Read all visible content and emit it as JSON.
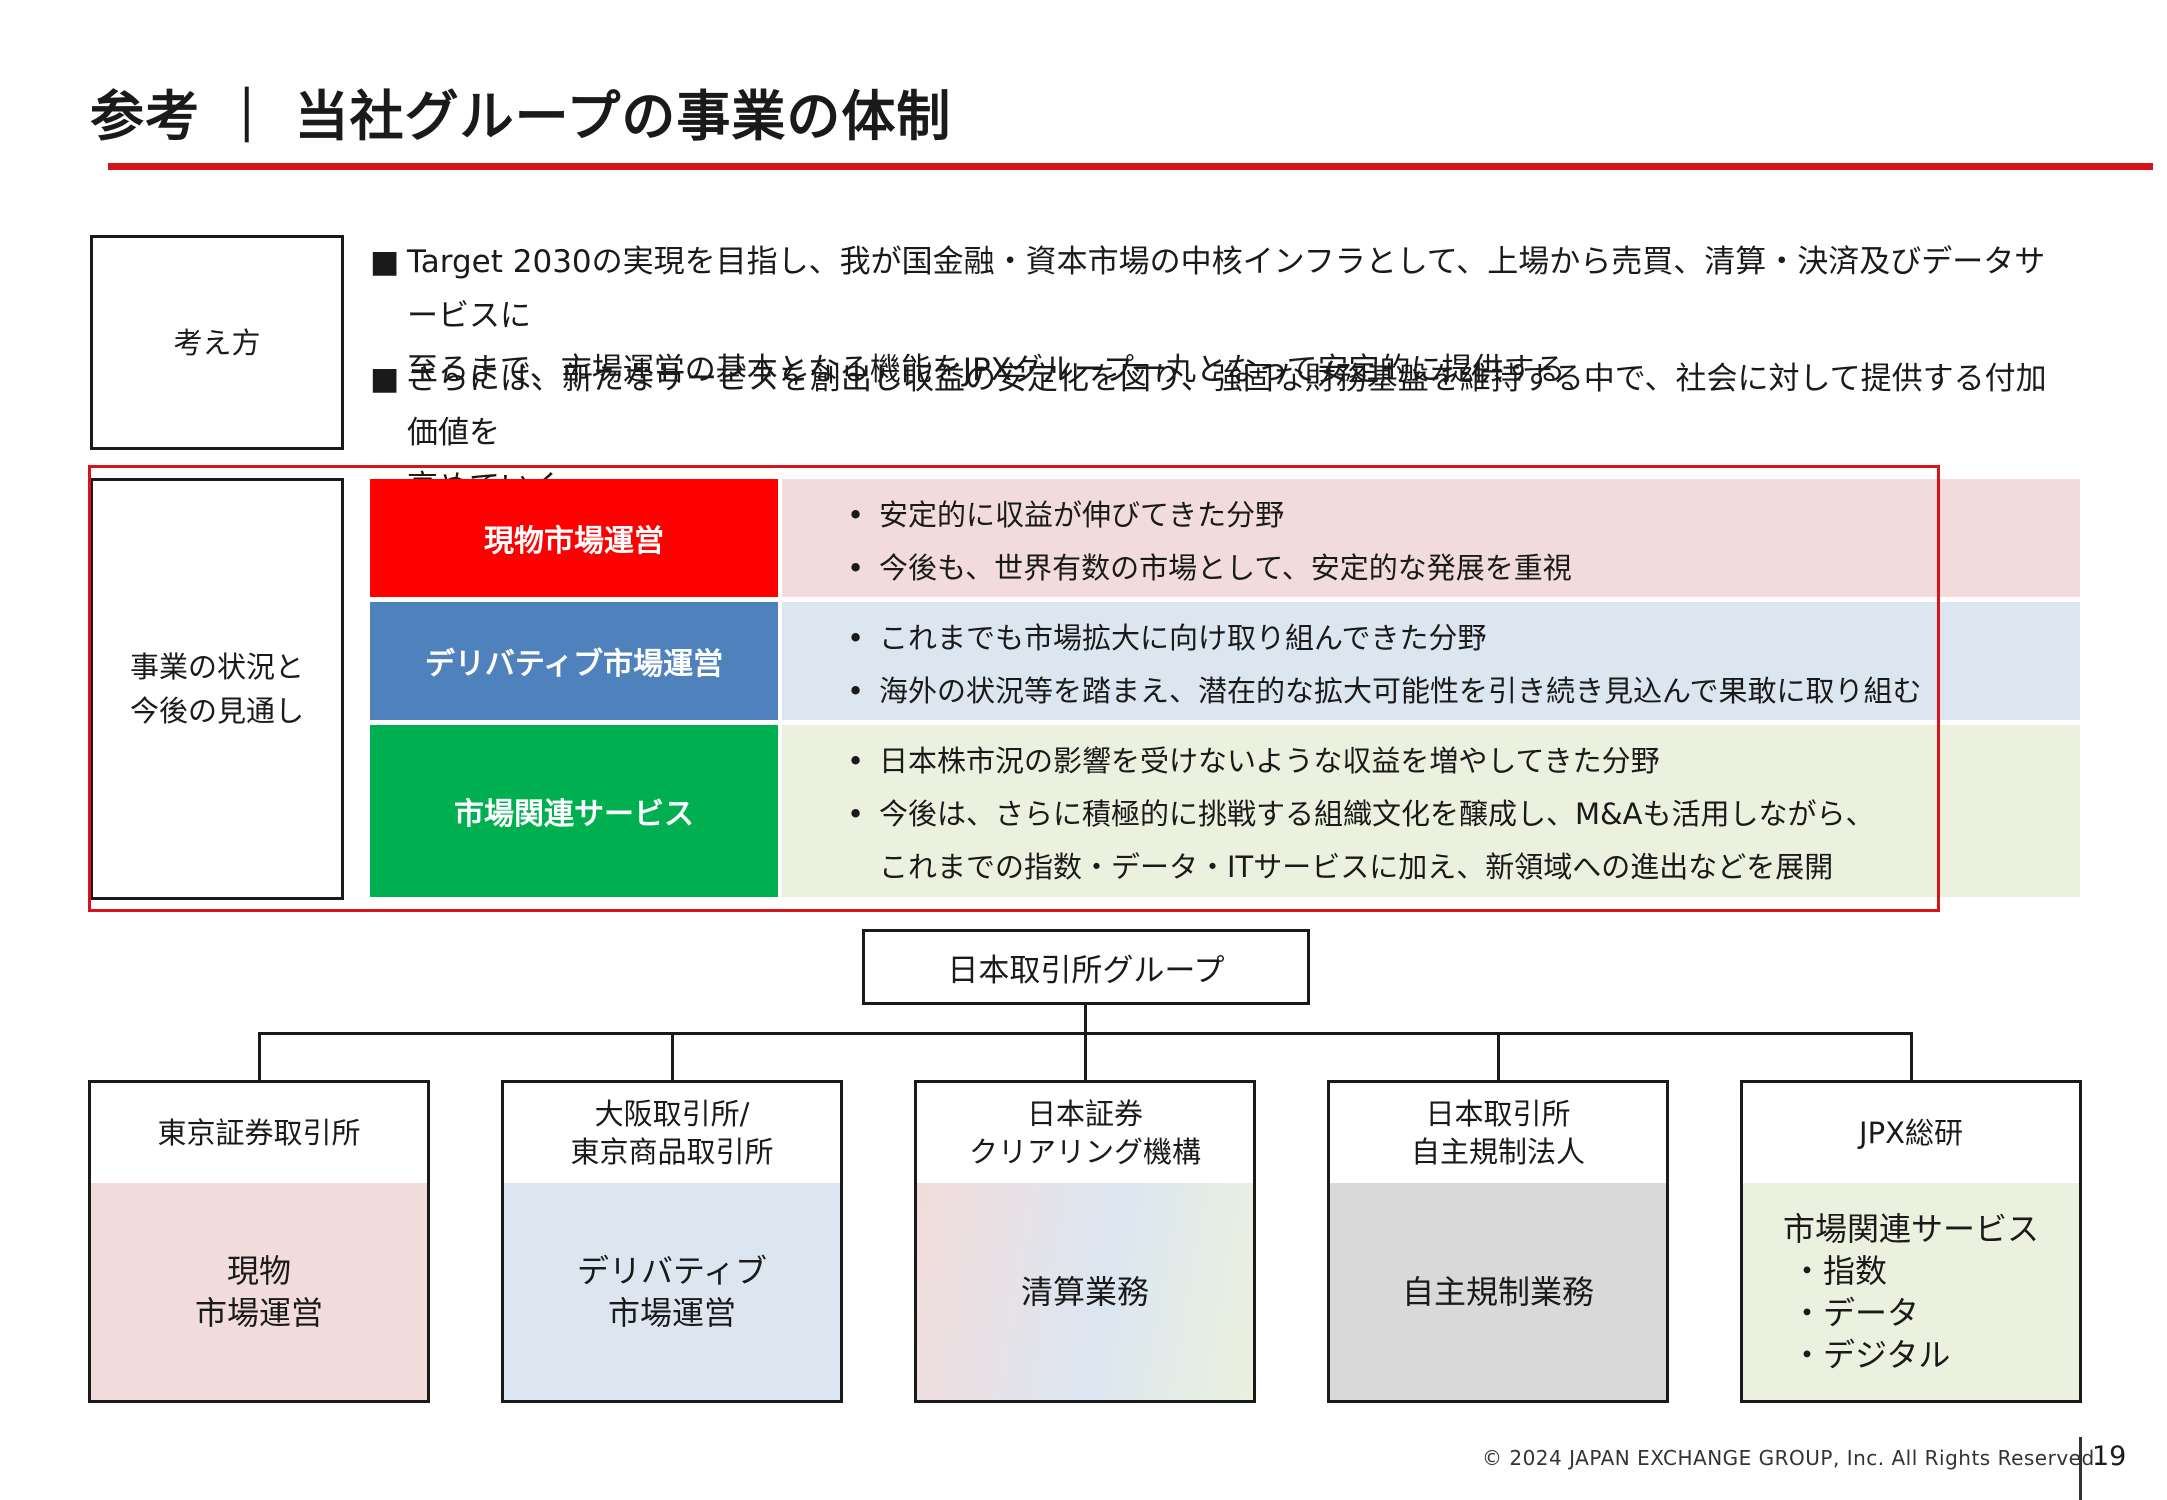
{
  "title": "参考 ｜ 当社グループの事業の体制",
  "approach": {
    "label": "考え方",
    "bullet_mark": "■",
    "bullets": [
      {
        "line1": "Target 2030の実現を目指し、我が国金融・資本市場の中核インフラとして、上場から売買、清算・決済及びデータサービスに",
        "line2": "至るまで、市場運営の基本となる機能をJPXグループ一丸となって安定的に提供する"
      },
      {
        "line1": "さらには、新たなサービスを創出し収益の安定化を図り、強固な財務基盤を維持する中で、社会に対して提供する付加価値を",
        "line2": "高めていく"
      }
    ]
  },
  "business": {
    "label_line1": "事業の状況と",
    "label_line2": "今後の見通し",
    "segments": [
      {
        "name": "現物市場運営",
        "points": [
          "安定的に収益が伸びてきた分野",
          "今後も、世界有数の市場として、安定的な発展を重視"
        ],
        "color": "#ff0000",
        "bg": "#f2dcdb"
      },
      {
        "name": "デリバティブ市場運営",
        "points": [
          "これまでも市場拡大に向け取り組んできた分野",
          "海外の状況等を踏まえ、潜在的な拡大可能性を引き続き見込んで果敢に取り組む"
        ],
        "color": "#4f81bd",
        "bg": "#dce6f1"
      },
      {
        "name": "市場関連サービス",
        "points": [
          "日本株市況の影響を受けないような収益を増やしてきた分野",
          "今後は、さらに積極的に挑戦する組織文化を醸成し、M&Aも活用しながら、"
        ],
        "continuation": "これまでの指数・データ・ITサービスに加え、新領域への進出などを展開",
        "color": "#00b050",
        "bg": "#ebf1de"
      }
    ]
  },
  "org": {
    "root": "日本取引所グループ",
    "units": [
      {
        "head_line1": "東京証券取引所",
        "head_line2": "",
        "body_line1": "現物",
        "body_line2": "市場運営"
      },
      {
        "head_line1": "大阪取引所/",
        "head_line2": "東京商品取引所",
        "body_line1": "デリバティブ",
        "body_line2": "市場運営"
      },
      {
        "head_line1": "日本証券",
        "head_line2": "クリアリング機構",
        "body_line1": "清算業務",
        "body_line2": ""
      },
      {
        "head_line1": "日本取引所",
        "head_line2": "自主規制法人",
        "body_line1": "自主規制業務",
        "body_line2": ""
      },
      {
        "head_line1": "JPX総研",
        "head_line2": "",
        "body_title": "市場関連サービス",
        "body_items": [
          "・指数",
          "・データ",
          "・デジタル"
        ]
      }
    ]
  },
  "footer": {
    "copyright": "© 2024 JAPAN EXCHANGE GROUP, Inc. All Rights Reserved.",
    "page": "19"
  },
  "colors": {
    "accent_red": "#d7141a"
  }
}
